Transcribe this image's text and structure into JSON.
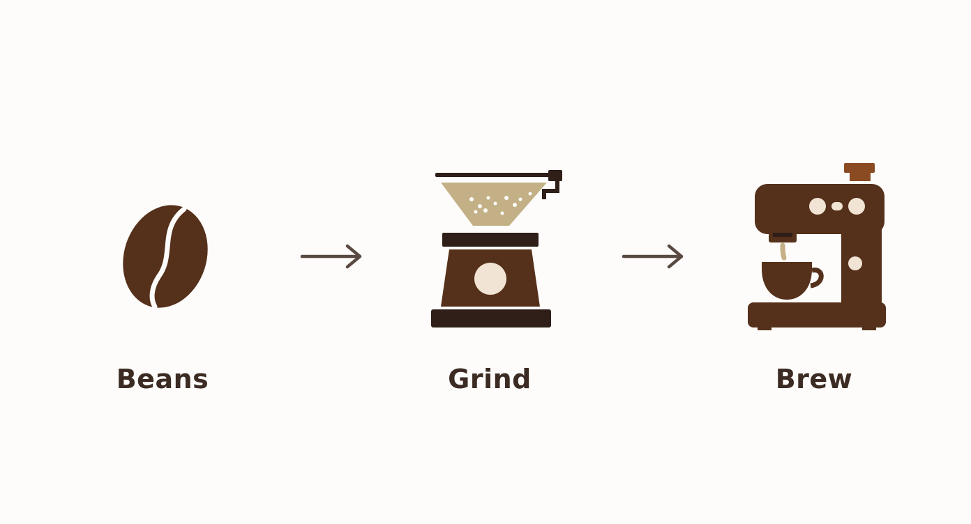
{
  "colors": {
    "background": "#fdfcfa",
    "bean": "#55301a",
    "dark": "#2f1f18",
    "grinder_body": "#55301a",
    "grounds": "#c4b086",
    "cream": "#f1e4d4",
    "machine": "#55301a",
    "accent": "#8a4a22",
    "arrow": "#5a4a42",
    "label": "#3b2b22"
  },
  "steps": [
    {
      "label": "Beans",
      "icon": "coffee-bean-icon"
    },
    {
      "label": "Grind",
      "icon": "coffee-grinder-icon"
    },
    {
      "label": "Brew",
      "icon": "espresso-machine-icon"
    }
  ],
  "connectors": [
    {
      "from": "Beans",
      "to": "Grind",
      "icon": "arrow-right-icon"
    },
    {
      "from": "Grind",
      "to": "Brew",
      "icon": "arrow-right-icon"
    }
  ]
}
